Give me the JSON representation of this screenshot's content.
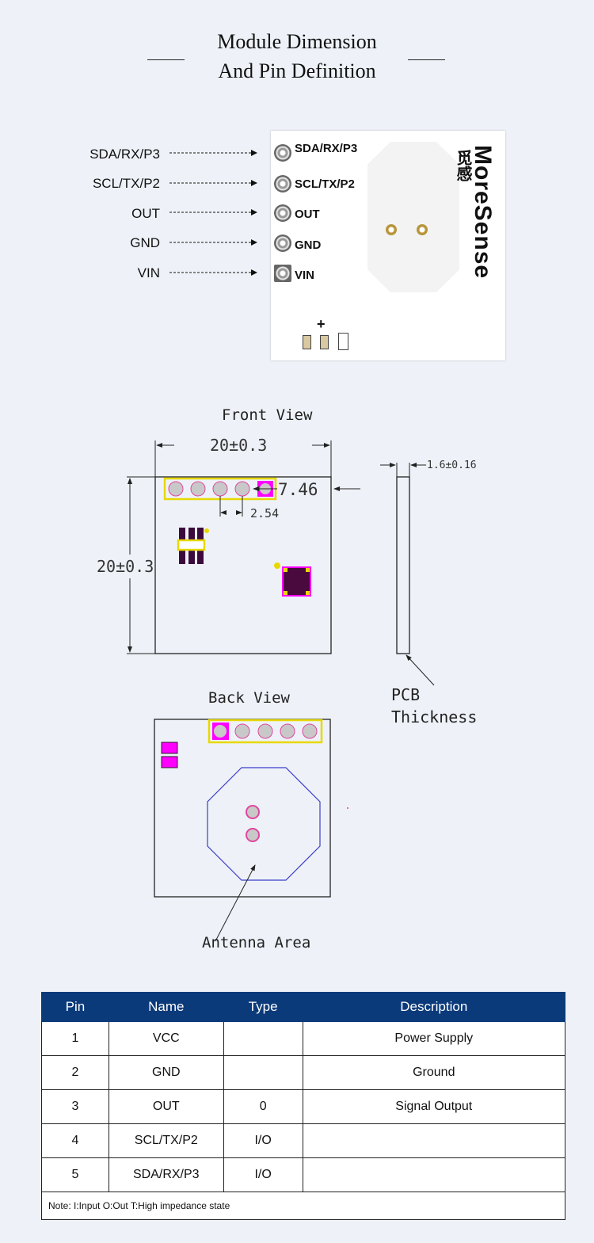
{
  "header": {
    "line1": "Module Dimension",
    "line2": "And Pin Definition"
  },
  "photo": {
    "external_labels": [
      "SDA/RX/P3",
      "SCL/TX/P2",
      "OUT",
      "GND",
      "VIN"
    ],
    "board_labels": [
      "SDA/RX/P3",
      "SCL/TX/P2",
      "OUT",
      "GND",
      "VIN"
    ],
    "brand": "MoreSense",
    "brand_cn": "觅感",
    "plus": "+"
  },
  "front_view": {
    "title": "Front View",
    "width": "20±0.3",
    "height": "20±0.3",
    "pin_offset": "7.46",
    "pitch": "2.54",
    "thickness": "1.6±0.16",
    "pcb_label_1": "PCB",
    "pcb_label_2": "Thickness"
  },
  "back_view": {
    "title": "Back View",
    "antenna_label": "Antenna Area"
  },
  "colors": {
    "header_bg": "#0b3a7a",
    "pad_magenta": "#ff00ff",
    "outline_yellow": "#e8d800",
    "antenna_blue": "#3c3cc8"
  },
  "table": {
    "headers": [
      "Pin",
      "Name",
      "Type",
      "Description"
    ],
    "rows": [
      {
        "pin": "1",
        "name": "VCC",
        "type": "",
        "desc": "Power Supply"
      },
      {
        "pin": "2",
        "name": "GND",
        "type": "",
        "desc": "Ground"
      },
      {
        "pin": "3",
        "name": "OUT",
        "type": "0",
        "desc": "Signal Output"
      },
      {
        "pin": "4",
        "name": "SCL/TX/P2",
        "type": "I/O",
        "desc": ""
      },
      {
        "pin": "5",
        "name": "SDA/RX/P3",
        "type": "I/O",
        "desc": ""
      }
    ],
    "note": "Note:  I:Input  O:Out  T:High impedance state"
  }
}
